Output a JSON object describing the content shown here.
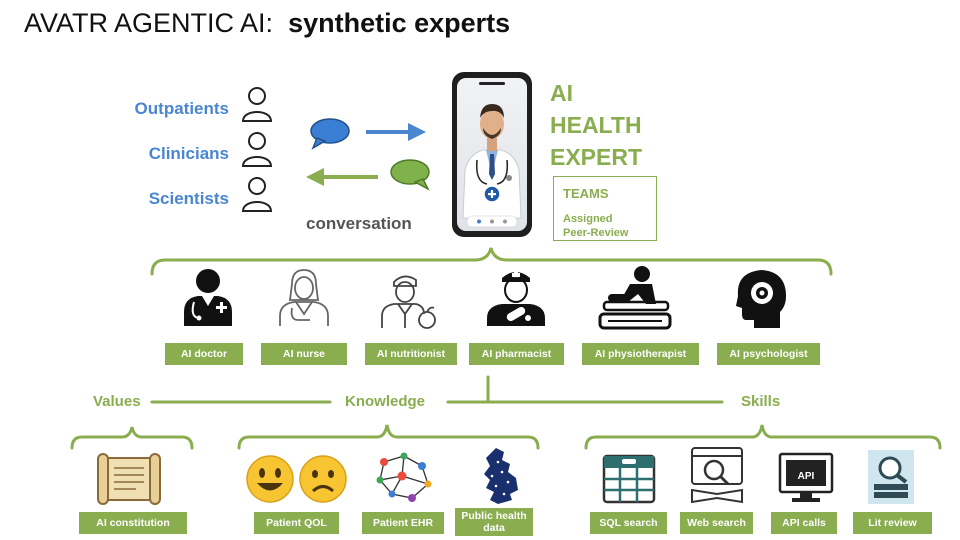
{
  "title": {
    "prefix": "AVATR AGENTIC AI:",
    "bold": "synthetic experts"
  },
  "users": [
    "Outpatients",
    "Clinicians",
    "Scientists"
  ],
  "conversation_label": "conversation",
  "expert": {
    "line1": "AI",
    "line2": "HEALTH",
    "line3": "EXPERT"
  },
  "teams": {
    "heading": "TEAMS",
    "line1": "Assigned",
    "line2": "Peer-Review"
  },
  "agents": [
    "AI doctor",
    "AI nurse",
    "AI nutritionist",
    "AI pharmacist",
    "AI physiotherapist",
    "AI psychologist"
  ],
  "categories": {
    "values": "Values",
    "knowledge": "Knowledge",
    "skills": "Skills"
  },
  "values_items": [
    "AI constitution"
  ],
  "knowledge_items": [
    "Patient QOL",
    "Patient EHR",
    "Public health data"
  ],
  "skills_items": [
    "SQL search",
    "Web search",
    "API calls",
    "Lit review"
  ],
  "colors": {
    "accent_green": "#8aad4f",
    "user_blue": "#4a86d0",
    "arrow_blue": "#4a86d0",
    "bubble_blue": "#3b7fd4",
    "bubble_green": "#7fb24a"
  }
}
